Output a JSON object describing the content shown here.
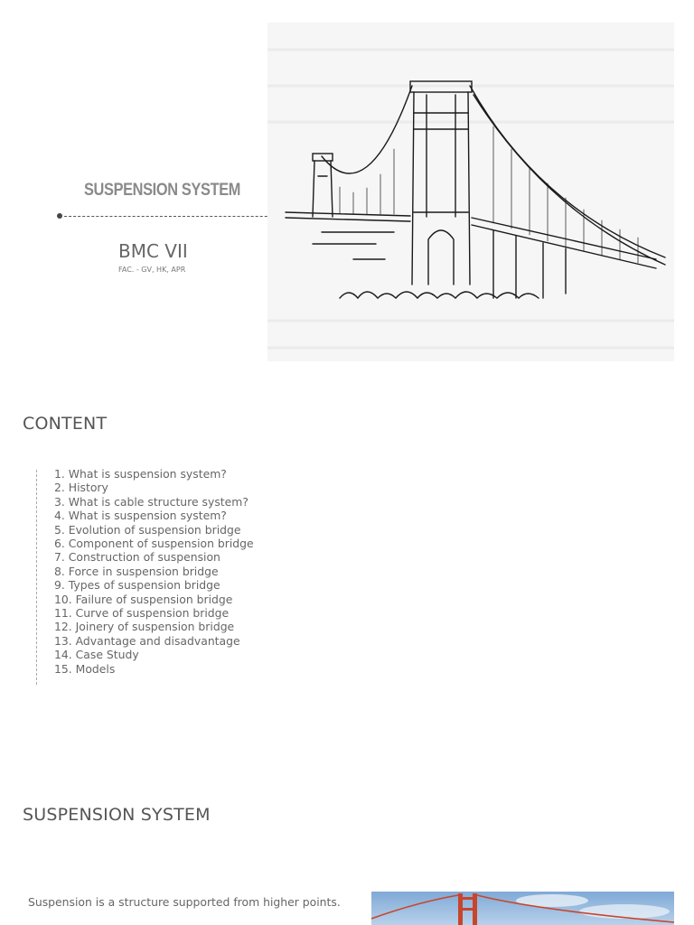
{
  "cover": {
    "title": "SUSPENSION SYSTEM",
    "course": "BMC VII",
    "faculty": "FAC. - GV, HK, APR",
    "illustration": "suspension-bridge-sketch"
  },
  "contents": {
    "heading": "CONTENT",
    "items": [
      "1.   What is suspension system?",
      "2.   History",
      "3.   What is cable structure system?",
      "4.   What is suspension system?",
      "5.   Evolution of suspension bridge",
      "6.   Component of suspension bridge",
      "7.   Construction of suspension",
      "8.   Force in suspension bridge",
      "9.   Types of suspension bridge",
      "10. Failure of suspension bridge",
      "11.  Curve of suspension bridge",
      "12. Joinery of suspension bridge",
      "13. Advantage and disadvantage",
      "14. Case Study",
      "15. Models"
    ]
  },
  "suspension_section": {
    "heading": "SUSPENSION SYSTEM",
    "body": "Suspension is  a structure supported from higher points.",
    "photo": "red-suspension-bridge-photo"
  }
}
